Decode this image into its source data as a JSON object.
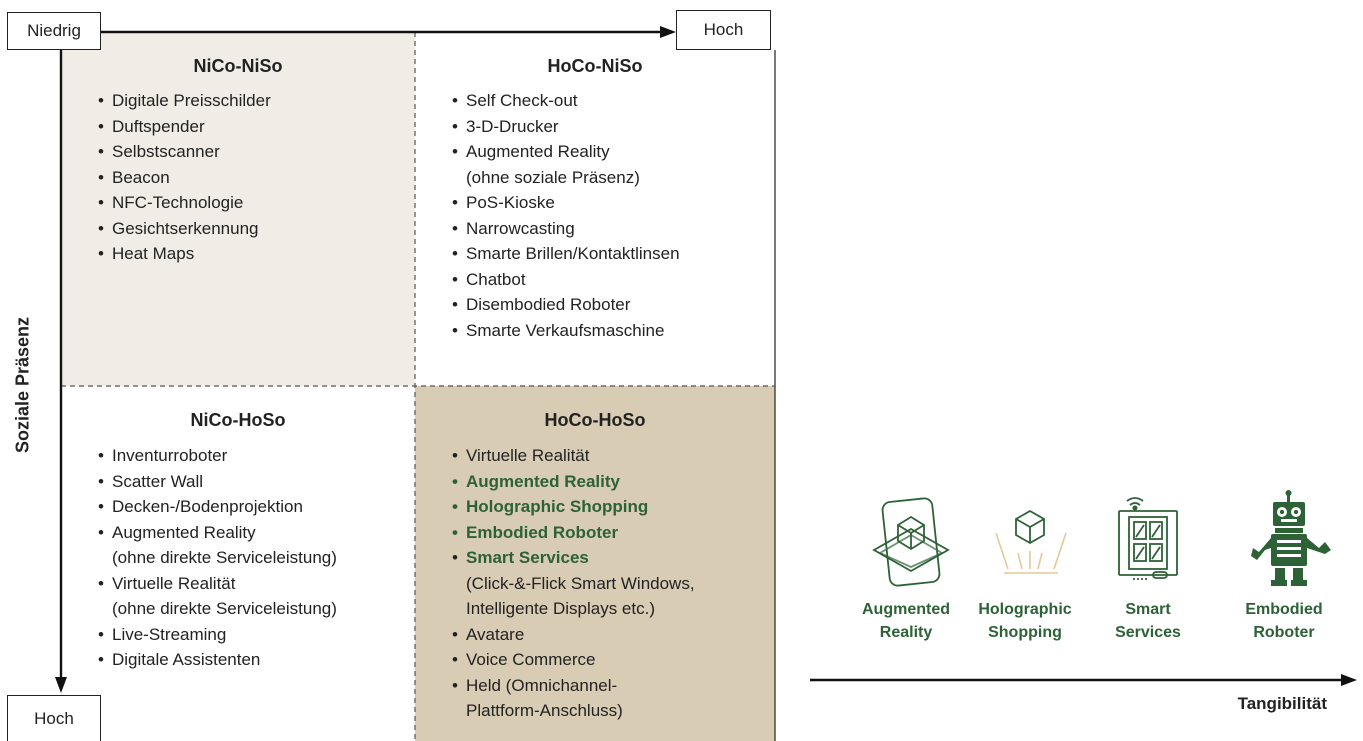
{
  "matrix": {
    "x_axis": {
      "low": "Niedrig",
      "high": "Hoch"
    },
    "y_axis": {
      "title": "Soziale Präsenz",
      "high": "Hoch"
    },
    "colors": {
      "nico_niso": "#f1ede6",
      "hoco_hoso": "#d9ccb4",
      "highlight": "#2d6237"
    },
    "quadrants": {
      "nico_niso": {
        "title": "NiCo-NiSo",
        "items": [
          "Digitale Preisschilder",
          "Duftspender",
          "Selbstscanner",
          "Beacon",
          "NFC-Technologie",
          "Gesichtserkennung",
          "Heat Maps"
        ]
      },
      "hoco_niso": {
        "title": "HoCo-NiSo",
        "items": [
          "Self Check-out",
          "3-D-Drucker",
          "Augmented Reality",
          "(ohne soziale Präsenz)",
          "PoS-Kioske",
          "Narrowcasting",
          "Smarte Brillen/Kontaktlinsen",
          "Chatbot",
          "Disembodied Roboter",
          "Smarte Verkaufsmaschine"
        ]
      },
      "nico_hoso": {
        "title": "NiCo-HoSo",
        "items": [
          "Inventurroboter",
          "Scatter Wall",
          "Decken-/Bodenprojektion",
          "Augmented Reality",
          "(ohne direkte Serviceleistung)",
          "Virtuelle Realität",
          "(ohne direkte Serviceleistung)",
          "Live-Streaming",
          "Digitale Assistenten"
        ]
      },
      "hoco_hoso": {
        "title": "HoCo-HoSo",
        "items": [
          "Virtuelle Realität",
          "Augmented Reality",
          "Holographic Shopping",
          "Embodied Roboter",
          "Smart Services",
          "(Click-&-Flick Smart Windows,",
          "Intelligente Displays etc.)",
          "Avatare",
          "Voice Commerce",
          "Held (Omnichannel-",
          "Plattform-Anschluss)"
        ]
      }
    }
  },
  "tangibility": {
    "axis_title": "Tangibilität",
    "technologies": [
      {
        "label": "Augmented\nReality",
        "icon": "ar-phone-icon"
      },
      {
        "label": "Holographic\nShopping",
        "icon": "hologram-cube-icon"
      },
      {
        "label": "Smart\nServices",
        "icon": "smart-window-icon"
      },
      {
        "label": "Embodied\nRoboter",
        "icon": "robot-icon"
      }
    ]
  }
}
